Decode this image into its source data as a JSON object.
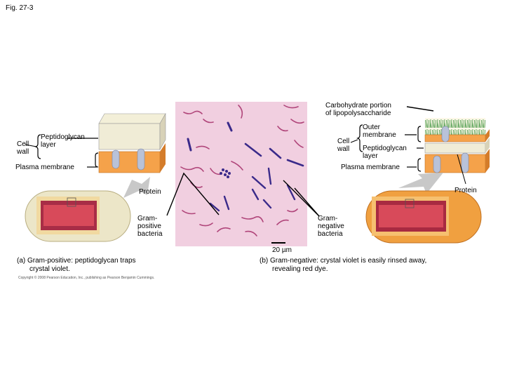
{
  "header": {
    "fig_label": "Fig. 27-3"
  },
  "left": {
    "cell_wall_line1": "Cell",
    "cell_wall_line2": "wall",
    "peptidoglycan_line1": "Peptidoglycan",
    "peptidoglycan_line2": "layer",
    "plasma_membrane": "Plasma membrane",
    "protein": "Protein",
    "bacteria_line1": "Gram-",
    "bacteria_line2": "positive",
    "bacteria_line3": "bacteria",
    "caption_line1": "(a) Gram-positive: peptidoglycan traps",
    "caption_line2": "crystal violet."
  },
  "right": {
    "carbohydrate_line1": "Carbohydrate portion",
    "carbohydrate_line2": "of lipopolysaccharide",
    "cell_wall_line1": "Cell",
    "cell_wall_line2": "wall",
    "outer_membrane_line1": "Outer",
    "outer_membrane_line2": "membrane",
    "peptidoglycan_line1": "Peptidoglycan",
    "peptidoglycan_line2": "layer",
    "plasma_membrane": "Plasma membrane",
    "protein": "Protein",
    "bacteria_line1": "Gram-",
    "bacteria_line2": "negative",
    "bacteria_line3": "bacteria",
    "caption_line1": "(b) Gram-negative: crystal violet is easily rinsed away,",
    "caption_line2": "revealing red dye."
  },
  "micrograph": {
    "scale_bar": "20 µm"
  },
  "footer": {
    "copyright": "Copyright © 2008 Pearson Education, Inc., publishing as Pearson Benjamin Cummings."
  },
  "colors": {
    "micrograph_bg": "#f1cfe0",
    "gram_positive_rod": "#3a2a8a",
    "gram_negative_rod": "#b0457a",
    "peptidoglycan": "#f0ecd6",
    "membrane": "#f5a24a",
    "protein": "#b9c2d8",
    "cell_body_pos": "#ece6c8",
    "cell_body_neg": "#f0a040"
  }
}
